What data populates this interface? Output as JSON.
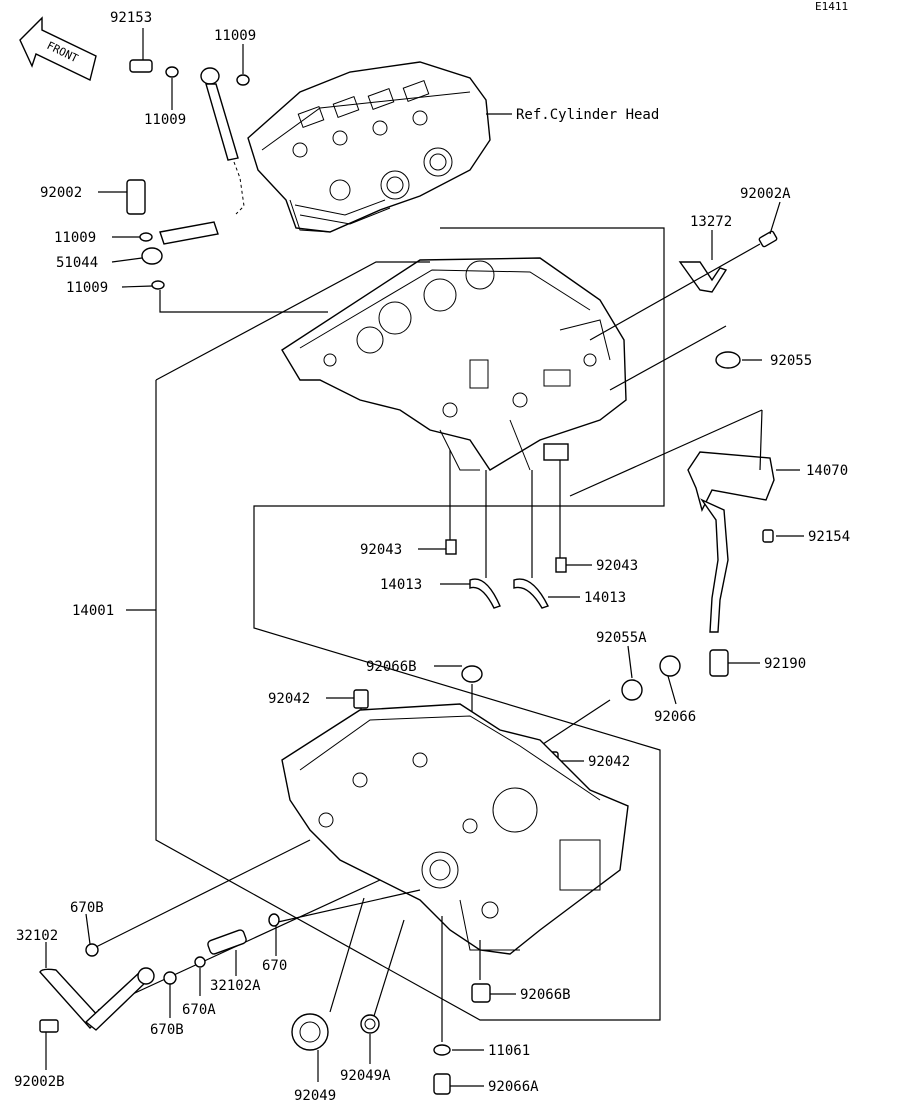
{
  "diagram_code": "E1411",
  "front_arrow_text": "FRONT",
  "ref_text": "Ref.Cylinder Head",
  "parts": [
    {
      "id": "92153"
    },
    {
      "id": "11009"
    },
    {
      "id": "11009"
    },
    {
      "id": "92002"
    },
    {
      "id": "11009"
    },
    {
      "id": "51044"
    },
    {
      "id": "11009"
    },
    {
      "id": "13272"
    },
    {
      "id": "92002A"
    },
    {
      "id": "92055"
    },
    {
      "id": "14070"
    },
    {
      "id": "92154"
    },
    {
      "id": "92043"
    },
    {
      "id": "92043"
    },
    {
      "id": "14013"
    },
    {
      "id": "14013"
    },
    {
      "id": "14001"
    },
    {
      "id": "92055A"
    },
    {
      "id": "92066B"
    },
    {
      "id": "92190"
    },
    {
      "id": "92042"
    },
    {
      "id": "92066"
    },
    {
      "id": "92042"
    },
    {
      "id": "670B"
    },
    {
      "id": "32102"
    },
    {
      "id": "670"
    },
    {
      "id": "32102A"
    },
    {
      "id": "670A"
    },
    {
      "id": "670B"
    },
    {
      "id": "92066B"
    },
    {
      "id": "92002B"
    },
    {
      "id": "92049"
    },
    {
      "id": "92049A"
    },
    {
      "id": "11061"
    },
    {
      "id": "92066A"
    }
  ]
}
